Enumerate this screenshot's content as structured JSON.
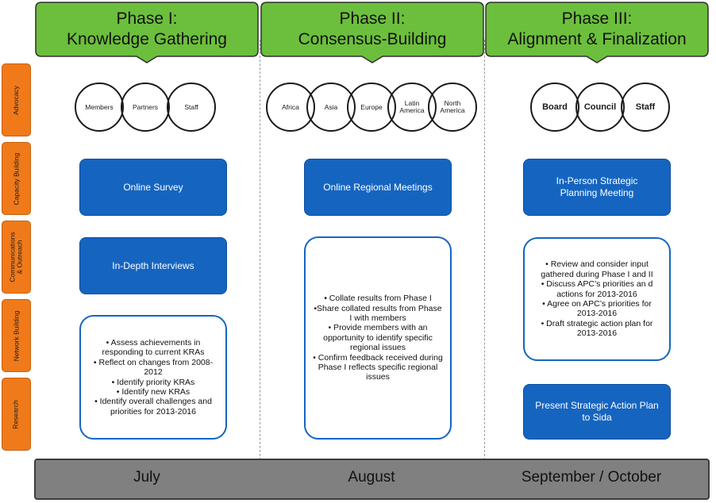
{
  "side_labels": [
    "Advocacy",
    "Capacity Building",
    "Communications & Outreach",
    "Network Building",
    "Research"
  ],
  "phases": [
    {
      "line1": "Phase I:",
      "line2": "Knowledge Gathering",
      "circles": [
        "Members",
        "Partners",
        "Staff"
      ],
      "blue_boxes": [
        "Online Survey",
        "In-Depth Interviews"
      ],
      "bullets": [
        "• Assess achievements in responding to current KRAs",
        "• Reflect on changes from 2008-2012",
        "• Identify priority KRAs",
        "• Identify new KRAs",
        "• Identify overall challenges and priorities for 2013-2016"
      ],
      "month": "July"
    },
    {
      "line1": "Phase II:",
      "line2": "Consensus-Building",
      "circles": [
        "Africa",
        "Asia",
        "Europe",
        "Latin America",
        "North America"
      ],
      "blue_boxes": [
        "Online Regional Meetings"
      ],
      "bullets": [
        "• Collate results from Phase I",
        "•Share collated results from Phase I with members",
        "• Provide members with an opportunity to identify specific regional issues",
        "• Confirm feedback received during Phase I reflects specific regional issues"
      ],
      "month": "August"
    },
    {
      "line1": "Phase III:",
      "line2": "Alignment & Finalization",
      "circles": [
        "Board",
        "Council",
        "Staff"
      ],
      "blue_boxes": [
        "In-Person Strategic Planning Meeting",
        "Present Strategic Action Plan to Sida"
      ],
      "bullets": [
        "• Review and consider input gathered during Phase I and II",
        "• Discuss APC’s priorities an d actions for 2013-2016",
        "• Agree on APC’s priorities for 2013-2016",
        "•  Draft strategic action plan for 2013-2016"
      ],
      "month": "September / October"
    }
  ],
  "colors": {
    "phase_green": "#6cbf3c",
    "side_orange": "#f07a1a",
    "box_blue": "#1565c0",
    "month_gray": "#808080"
  }
}
